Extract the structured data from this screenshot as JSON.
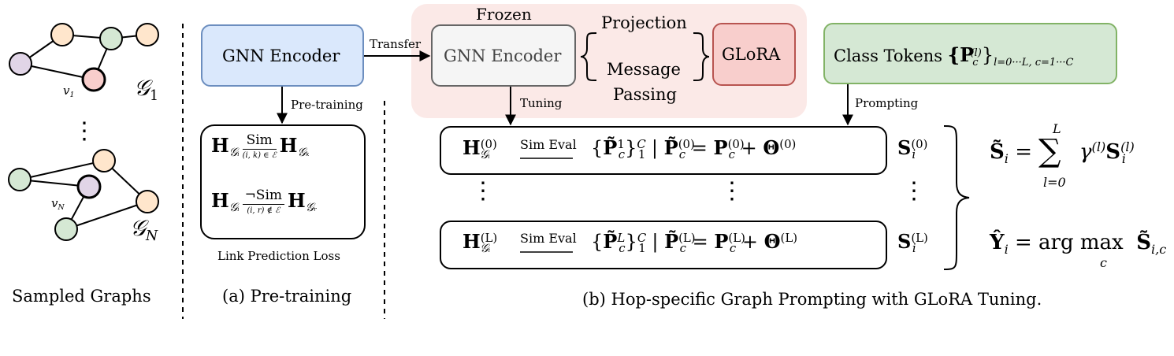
{
  "left": {
    "caption": "Sampled Graphs",
    "g1_node": "v",
    "g1_node_sub": "1",
    "g1_label": "𝒢",
    "g1_label_sub": "1",
    "gn_node": "v",
    "gn_node_sub": "N",
    "gn_label": "𝒢",
    "gn_label_sub": "N",
    "vdots": "⋮"
  },
  "pretrain": {
    "caption": "(a) Pre-training",
    "encoder": "GNN Encoder",
    "arrow_label": "Pre-training",
    "loss_caption": "Link Prediction Loss",
    "H": "H",
    "Gi": "𝒢",
    "i": "i",
    "k": "k",
    "r": "r",
    "sim": "Sim",
    "notsim": "¬Sim",
    "cond_pos": "(i, k) ∈ ℰ",
    "cond_neg": "(i, r) ∉ ℰ"
  },
  "prompting": {
    "caption": "(b) Hop-specific Graph Prompting with GLoRA Tuning.",
    "transfer": "Transfer",
    "frozen": "Frozen",
    "encoder": "GNN Encoder",
    "projection": "Projection",
    "message": "Message",
    "passing": "Passing",
    "glora": "GLoRA",
    "tuning": "Tuning",
    "prompting": "Prompting",
    "class_tokens": "Class Tokens",
    "class_tokens_math": "{P",
    "class_tokens_sub": "c",
    "class_tokens_sup": "(l)",
    "class_tokens_range": "l=0···L, c=1···C",
    "sim_eval": "Sim Eval",
    "row0_sup": "(0)",
    "rowL_sup": "(L)",
    "row0_p_sup": "1",
    "rowL_p_sup": "L",
    "C": "C",
    "one": "1",
    "H": "H",
    "P": "P̃",
    "Pplain": "P",
    "Theta": "Θ",
    "S": "S",
    "i": "i",
    "c": "c",
    "eq": "=",
    "plus": "+",
    "bar": "|",
    "vdots": "⋮",
    "out_S_tilde": "S̃",
    "sum": "∑",
    "sum_top": "L",
    "sum_bottom": "l=0",
    "gamma": "γ",
    "l_sup": "(l)",
    "Y_hat": "Ŷ",
    "argmax": "arg max",
    "argmax_sub": "c",
    "ic": "i,c"
  },
  "colors": {
    "blue_fill": "#dae8fc",
    "blue_stroke": "#6c8ebf",
    "green_fill": "#d5e8d4",
    "green_stroke": "#82b366",
    "red_fill": "#f8cecc",
    "red_stroke": "#b85450",
    "frozen_bg": "#fbe9e7",
    "gray_fill": "#f5f5f5",
    "gray_stroke": "#666666",
    "node_orange": "#ffe6cc",
    "node_green": "#d5e8d4",
    "node_purple": "#e1d5e7",
    "node_red": "#f8cecc"
  }
}
